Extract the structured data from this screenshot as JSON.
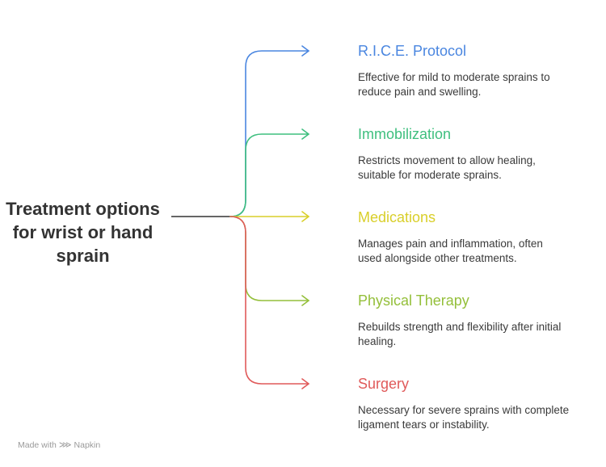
{
  "root": {
    "title": "Treatment options\nfor wrist or hand\nsprain"
  },
  "branches": [
    {
      "title": "R.I.C.E. Protocol",
      "description": "Effective for mild to moderate sprains to\nreduce pain and swelling.",
      "color": "#4a86e0"
    },
    {
      "title": "Immobilization",
      "description": "Restricts movement to allow healing,\nsuitable for moderate sprains.",
      "color": "#3fbf7f"
    },
    {
      "title": "Medications",
      "description": "Manages pain and inflammation, often\nused alongside other treatments.",
      "color": "#d9cf2a"
    },
    {
      "title": "Physical Therapy",
      "description": "Rebuilds strength and flexibility after initial\nhealing.",
      "color": "#94bf3a"
    },
    {
      "title": "Surgery",
      "description": "Necessary for severe sprains with complete\nligament tears or instability.",
      "color": "#e05a5a"
    }
  ],
  "footer": {
    "made_with": "Made with",
    "brand": "Napkin",
    "logo_icon": "napkin-logo-icon"
  },
  "root_line_color": "#333333"
}
